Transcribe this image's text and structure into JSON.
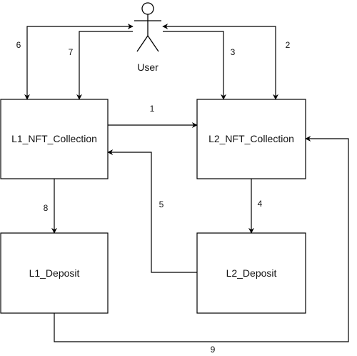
{
  "diagram": {
    "actor": {
      "label": "User"
    },
    "nodes": {
      "l1_nft": {
        "label": "L1_NFT_Collection"
      },
      "l2_nft": {
        "label": "L2_NFT_Collection"
      },
      "l1_deposit": {
        "label": "L1_Deposit"
      },
      "l2_deposit": {
        "label": "L2_Deposit"
      }
    },
    "edges": [
      {
        "id": "e1",
        "label": "1",
        "from": "l1_nft",
        "to": "l2_nft"
      },
      {
        "id": "e2",
        "label": "2",
        "from": "user",
        "to": "l2_nft",
        "bidirectional": true
      },
      {
        "id": "e3",
        "label": "3",
        "from": "user",
        "to": "l2_nft"
      },
      {
        "id": "e4",
        "label": "4",
        "from": "l2_nft",
        "to": "l2_deposit"
      },
      {
        "id": "e5",
        "label": "5",
        "from": "l2_deposit",
        "to": "l1_nft"
      },
      {
        "id": "e6",
        "label": "6",
        "from": "user",
        "to": "l1_nft",
        "bidirectional": true
      },
      {
        "id": "e7",
        "label": "7",
        "from": "user",
        "to": "l1_nft"
      },
      {
        "id": "e8",
        "label": "8",
        "from": "l1_nft",
        "to": "l1_deposit"
      },
      {
        "id": "e9",
        "label": "9",
        "from": "l1_deposit",
        "to": "l2_nft"
      }
    ]
  }
}
